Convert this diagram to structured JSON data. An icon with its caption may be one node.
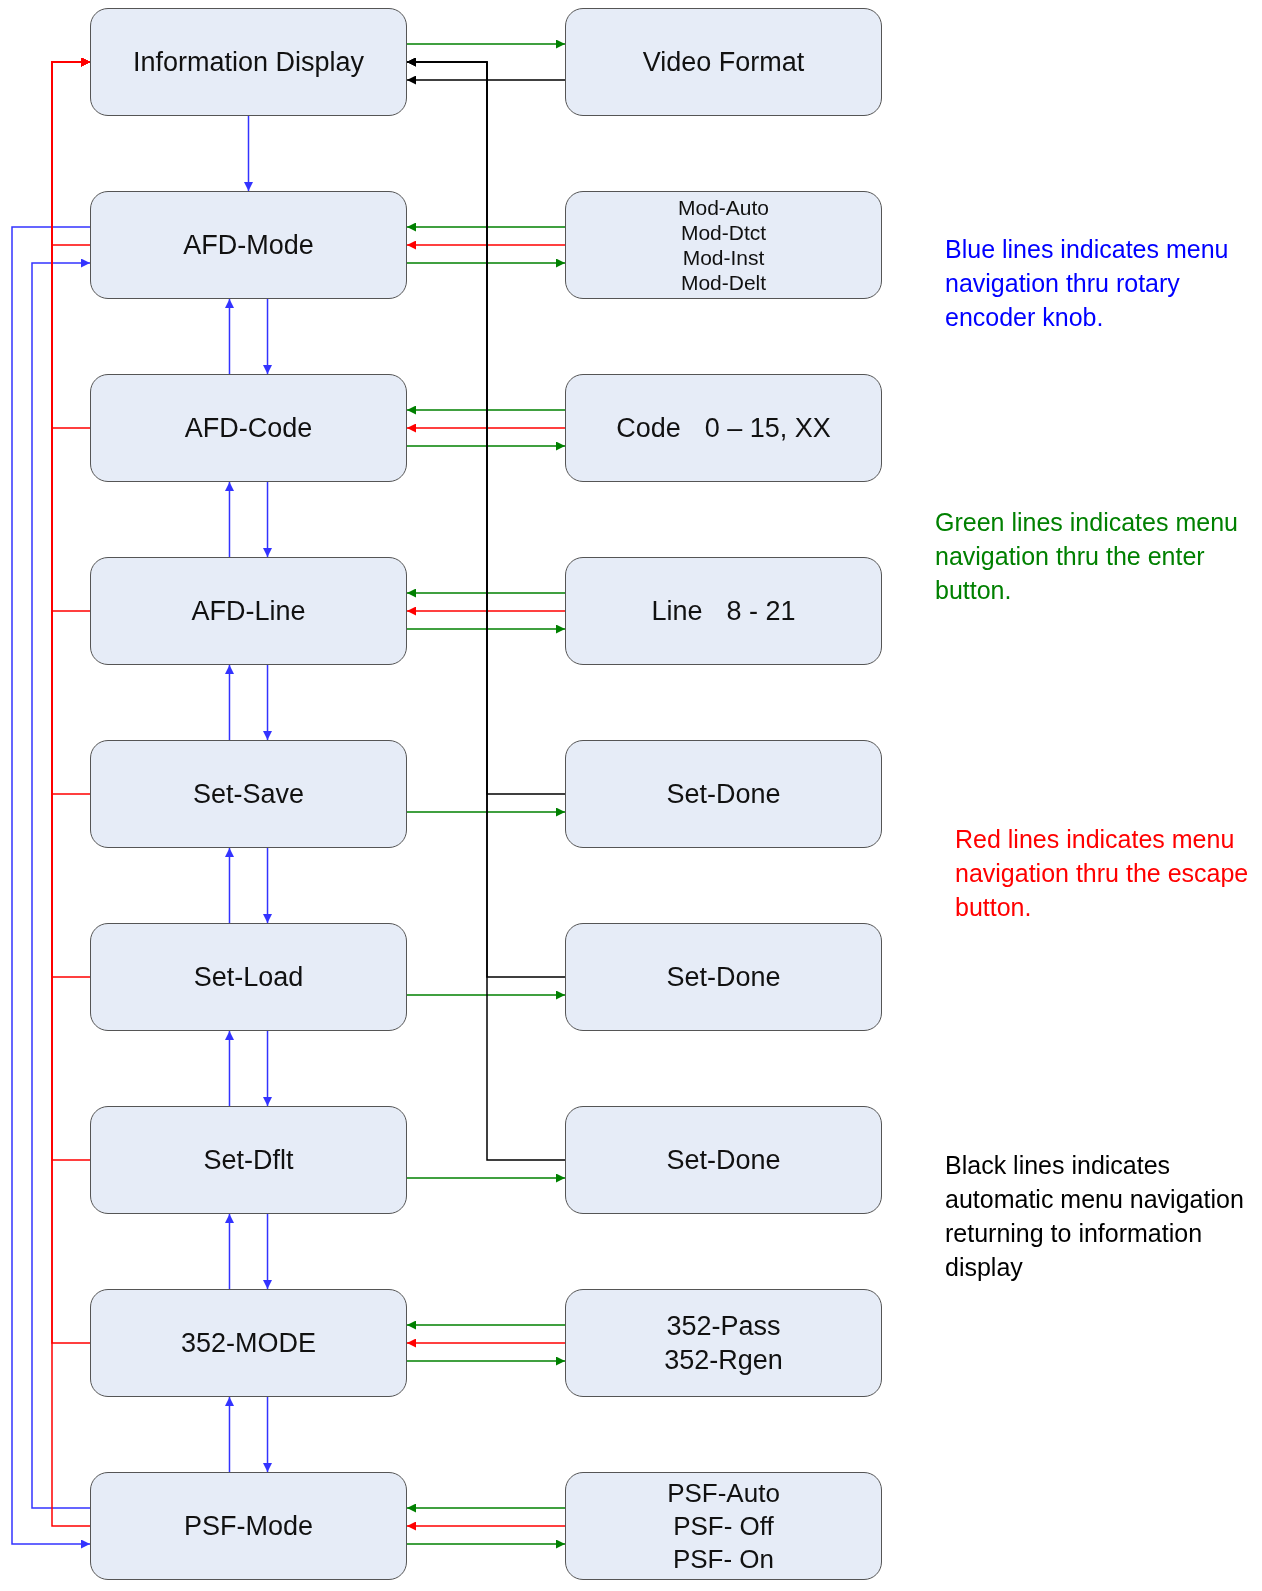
{
  "diagram": {
    "nodes": [
      {
        "text": [
          "Information Display"
        ]
      },
      {
        "text": [
          "Video Format"
        ]
      },
      {
        "text": [
          "AFD-Mode"
        ]
      },
      {
        "text": [
          "Mod-Auto",
          "Mod-Dtct",
          "Mod-Inst",
          "Mod-Delt"
        ]
      },
      {
        "text": [
          "AFD-Code"
        ]
      },
      {
        "text": [
          "Code",
          "0 – 15, XX"
        ]
      },
      {
        "text": [
          "AFD-Line"
        ]
      },
      {
        "text": [
          "Line",
          "8 - 21"
        ]
      },
      {
        "text": [
          "Set-Save"
        ]
      },
      {
        "text": [
          "Set-Done"
        ]
      },
      {
        "text": [
          "Set-Load"
        ]
      },
      {
        "text": [
          "Set-Done"
        ]
      },
      {
        "text": [
          "Set-Dflt"
        ]
      },
      {
        "text": [
          "Set-Done"
        ]
      },
      {
        "text": [
          "352-MODE"
        ]
      },
      {
        "text": [
          "352-Pass",
          "352-Rgen"
        ]
      },
      {
        "text": [
          "PSF-Mode"
        ]
      },
      {
        "text": [
          "PSF-Auto",
          "PSF- Off",
          "PSF- On"
        ]
      }
    ],
    "edges": [
      {
        "from": 0,
        "to": 1,
        "arrow": "to",
        "color": "#008000"
      },
      {
        "from": 1,
        "to": 0,
        "arrow": "to",
        "color": "#000000"
      },
      {
        "from": 0,
        "to": 2,
        "arrow": "to"
      },
      {
        "from": 3,
        "to": 2,
        "arrow": "to",
        "color": "#008000"
      },
      {
        "from": 3,
        "to": 2,
        "arrow": "to",
        "color": "#ff0000"
      },
      {
        "from": 2,
        "to": 3,
        "arrow": "to",
        "color": "#008000"
      },
      {
        "from": 4,
        "to": 2,
        "arrow": "to"
      },
      {
        "from": 2,
        "to": 4,
        "arrow": "to"
      },
      {
        "from": 5,
        "to": 4,
        "arrow": "to",
        "color": "#008000"
      },
      {
        "from": 5,
        "to": 4,
        "arrow": "to",
        "color": "#ff0000"
      },
      {
        "from": 4,
        "to": 5,
        "arrow": "to",
        "color": "#008000"
      },
      {
        "from": 6,
        "to": 4,
        "arrow": "to"
      },
      {
        "from": 4,
        "to": 6,
        "arrow": "to"
      },
      {
        "from": 7,
        "to": 6,
        "arrow": "to",
        "color": "#008000"
      },
      {
        "from": 7,
        "to": 6,
        "arrow": "to",
        "color": "#ff0000"
      },
      {
        "from": 6,
        "to": 7,
        "arrow": "to",
        "color": "#008000"
      },
      {
        "from": 8,
        "to": 6,
        "arrow": "to"
      },
      {
        "from": 6,
        "to": 8,
        "arrow": "to"
      },
      {
        "from": 8,
        "to": 9,
        "arrow": "to",
        "color": "#008000"
      },
      {
        "from": 10,
        "to": 8,
        "arrow": "to"
      },
      {
        "from": 8,
        "to": 10,
        "arrow": "to"
      },
      {
        "from": 10,
        "to": 11,
        "arrow": "to",
        "color": "#008000"
      },
      {
        "from": 12,
        "to": 10,
        "arrow": "to"
      },
      {
        "from": 10,
        "to": 12,
        "arrow": "to"
      },
      {
        "from": 12,
        "to": 13,
        "arrow": "to",
        "color": "#008000"
      },
      {
        "from": 14,
        "to": 12,
        "arrow": "to"
      },
      {
        "from": 12,
        "to": 14,
        "arrow": "to"
      },
      {
        "from": 15,
        "to": 14,
        "arrow": "to",
        "color": "#008000"
      },
      {
        "from": 15,
        "to": 14,
        "arrow": "to",
        "color": "#ff0000"
      },
      {
        "from": 14,
        "to": 15,
        "arrow": "to",
        "color": "#008000"
      },
      {
        "from": 16,
        "to": 14,
        "arrow": "to"
      },
      {
        "from": 14,
        "to": 16,
        "arrow": "to"
      },
      {
        "from": 17,
        "to": 16,
        "arrow": "to",
        "color": "#008000"
      },
      {
        "from": 17,
        "to": 16,
        "arrow": "to",
        "color": "#ff0000"
      },
      {
        "from": 16,
        "to": 17,
        "arrow": "to",
        "color": "#008000"
      },
      {
        "from": 2,
        "to": 16,
        "arrow": "to"
      },
      {
        "from": 16,
        "to": 2,
        "arrow": "to"
      },
      {
        "from": 2,
        "to": 0,
        "arrow": "to",
        "color": "#ff0000"
      },
      {
        "from": 4,
        "to": 0,
        "arrow": "to",
        "color": "#ff0000"
      },
      {
        "from": 6,
        "to": 0,
        "arrow": "to",
        "color": "#ff0000"
      },
      {
        "from": 8,
        "to": 0,
        "arrow": "to",
        "color": "#ff0000"
      },
      {
        "from": 10,
        "to": 0,
        "arrow": "to",
        "color": "#ff0000"
      },
      {
        "from": 12,
        "to": 0,
        "arrow": "to",
        "color": "#ff0000"
      },
      {
        "from": 14,
        "to": 0,
        "arrow": "to",
        "color": "#ff0000"
      },
      {
        "from": 16,
        "to": 0,
        "arrow": "to",
        "color": "#ff0000"
      },
      {
        "from": 9,
        "to": 0,
        "arrow": "to",
        "color": "#000000"
      },
      {
        "from": 11,
        "to": 0,
        "arrow": "to",
        "color": "#000000"
      },
      {
        "from": 13,
        "to": 0,
        "arrow": "to",
        "color": "#000000"
      }
    ],
    "labels": [
      "Blue lines indicates menu navigation thru rotary encoder knob.",
      "Green lines indicates menu navigation thru the enter button.",
      "Red lines indicates menu navigation thru the escape button.",
      "Black lines indicates automatic menu navigation returning to information display"
    ]
  }
}
